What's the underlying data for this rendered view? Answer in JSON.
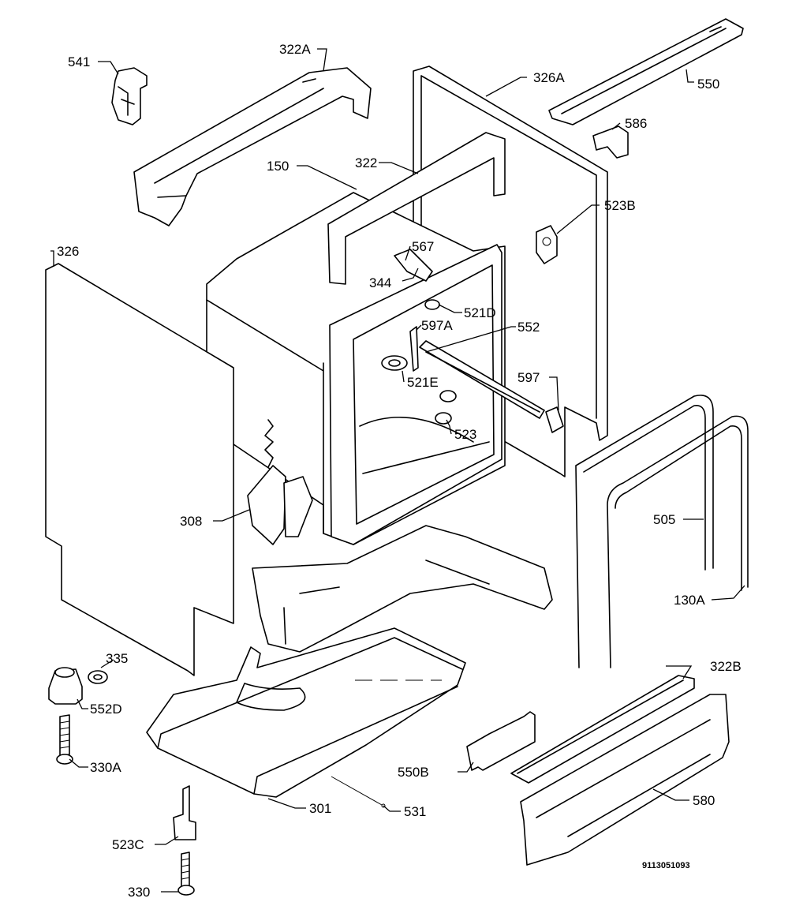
{
  "diagram": {
    "labels": {
      "p541": "541",
      "p322a": "322A",
      "p326a": "326A",
      "p550": "550",
      "p586": "586",
      "p150": "150",
      "p322": "322",
      "p523b": "523B",
      "p326": "326",
      "p567": "567",
      "p344": "344",
      "p521d": "521D",
      "p597a": "597A",
      "p552": "552",
      "p521e": "521E",
      "p597": "597",
      "p523": "523",
      "p505": "505",
      "p308": "308",
      "p130a": "130A",
      "p335": "335",
      "p322b": "322B",
      "p552d": "552D",
      "p330a": "330A",
      "p550b": "550B",
      "p580": "580",
      "p301": "301",
      "p531": "531",
      "p523c": "523C",
      "p330": "330"
    },
    "drawing_number": "9113051093"
  }
}
